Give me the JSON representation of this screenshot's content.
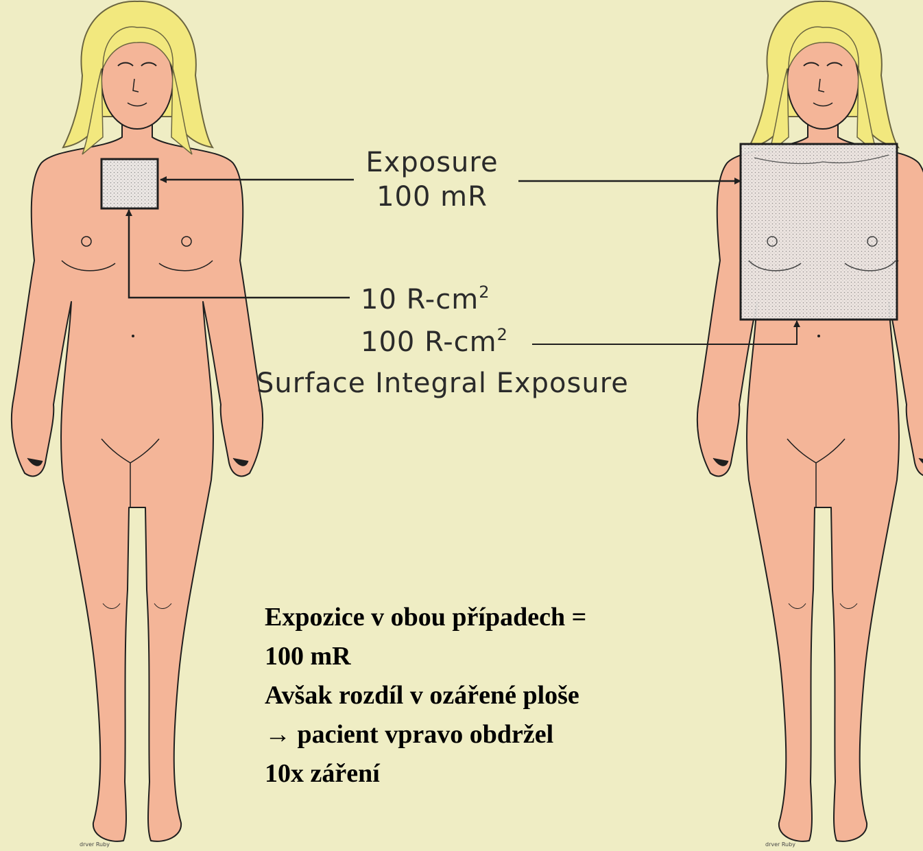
{
  "diagram": {
    "exposure_label": "Exposure",
    "exposure_value": "100 mR",
    "small_field_integral": "10 R-cm",
    "large_field_integral": "100 R-cm",
    "superscript": "2",
    "integral_caption": "Surface Integral Exposure",
    "artist_signature": "drver Ruby"
  },
  "caption": {
    "line1": "Expozice v obou případech =",
    "line2": "100 mR",
    "line3": "Avšak rozdíl v ozářené ploše",
    "line4": "pacient vpravo obdržel",
    "line5": "10x záření",
    "arrow_glyph": "→"
  },
  "colors": {
    "background": "#efedc4",
    "skin": "#f4b598",
    "hair": "#f2e87e",
    "outline": "#1f1f1f",
    "field_fill": "#e9e4e1"
  }
}
